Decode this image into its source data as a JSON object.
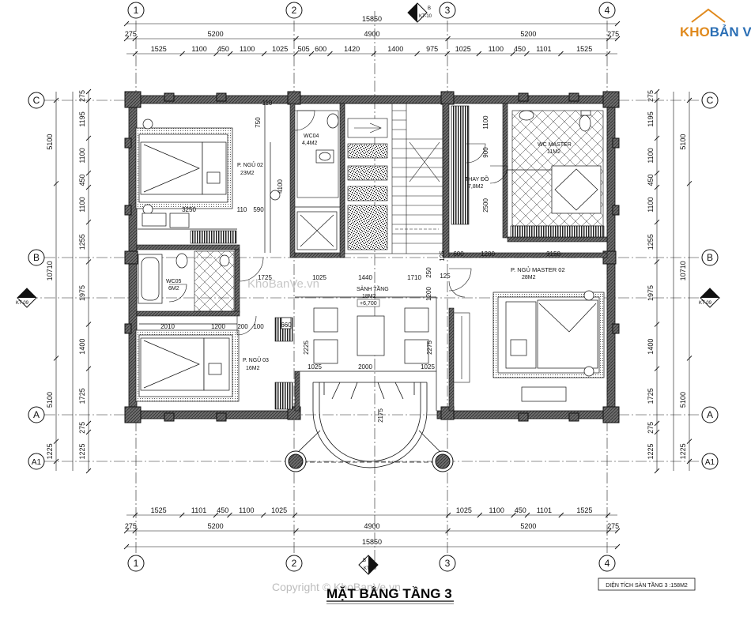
{
  "logo": {
    "part1": "KHO",
    "part2": "BẢN VẼ",
    "color1": "#e08a1e",
    "color2": "#2b6fb5"
  },
  "grid": {
    "col1": "1",
    "col2": "2",
    "col3": "3",
    "col4": "4",
    "rowC": "C",
    "rowB": "B",
    "rowA": "A",
    "rowA1": "A1"
  },
  "section_marks": {
    "top": "KT-10",
    "bottom": "KT-10",
    "left": "KT-09",
    "right": "KT-09",
    "letter_top": "B",
    "letter_side": "A"
  },
  "dims_top": {
    "total": "15850",
    "row2": [
      "275",
      "5200",
      "4900",
      "5200",
      "275"
    ],
    "row3": [
      "1525",
      "1100",
      "450",
      "1100",
      "1025",
      "505",
      "600",
      "1420",
      "1400",
      "975",
      "1025",
      "1100",
      "450",
      "1101",
      "1525"
    ]
  },
  "dims_bottom": {
    "row1": [
      "1525",
      "1101",
      "450",
      "1100",
      "1025",
      "1025",
      "1100",
      "450",
      "1101",
      "1525"
    ],
    "row2": [
      "275",
      "5200",
      "4900",
      "5200",
      "275"
    ],
    "total": "15850"
  },
  "dims_left": {
    "outer": [
      "5100",
      "10710",
      "5100",
      "1225"
    ],
    "inner": [
      "275",
      "1195",
      "1100",
      "450",
      "1100",
      "1255",
      "1975",
      "1400",
      "1725",
      "275",
      "1225"
    ]
  },
  "dims_right": {
    "outer": [
      "5100",
      "10710",
      "5100",
      "1225"
    ],
    "inner": [
      "275",
      "1195",
      "1100",
      "450",
      "1100",
      "1255",
      "1975",
      "1400",
      "1725",
      "275",
      "1225"
    ]
  },
  "dims_inside": [
    "750",
    "110",
    "1100",
    "900",
    "2500",
    "600",
    "1200",
    "3150",
    "3250",
    "110",
    "590",
    "4100",
    "1725",
    "1025",
    "1440",
    "1710",
    "250",
    "125",
    "1200",
    "2010",
    "1200",
    "200",
    "100",
    "660",
    "2225",
    "2275",
    "1025",
    "2000",
    "1025",
    "2175",
    "125"
  ],
  "rooms": {
    "bed02": {
      "name": "P. NGỦ 02",
      "area": "23M2"
    },
    "wc04": {
      "name": "WC04",
      "area": "4,4M2"
    },
    "wcmaster": {
      "name": "WC MASTER",
      "area": "11M2"
    },
    "thaydo": {
      "name": "THAY ĐỒ",
      "area": "7,8M2"
    },
    "wc05": {
      "name": "WC05",
      "area": "6M2"
    },
    "lobby": {
      "name": "SẢNH TẦNG",
      "area": "18M2",
      "level": "+6,700"
    },
    "master02": {
      "name": "P. NGỦ MASTER 02",
      "area": "28M2"
    },
    "bed03": {
      "name": "P. NGỦ 03",
      "area": "16M2"
    }
  },
  "title": "MẶT BẰNG TẦNG 3",
  "area_note": "DIỆN TÍCH SÀN TẦNG 3 :158M2",
  "watermarks": {
    "center": "KhoBanVe.vn",
    "copyright": "Copyright © KhoBanVe.vn"
  }
}
